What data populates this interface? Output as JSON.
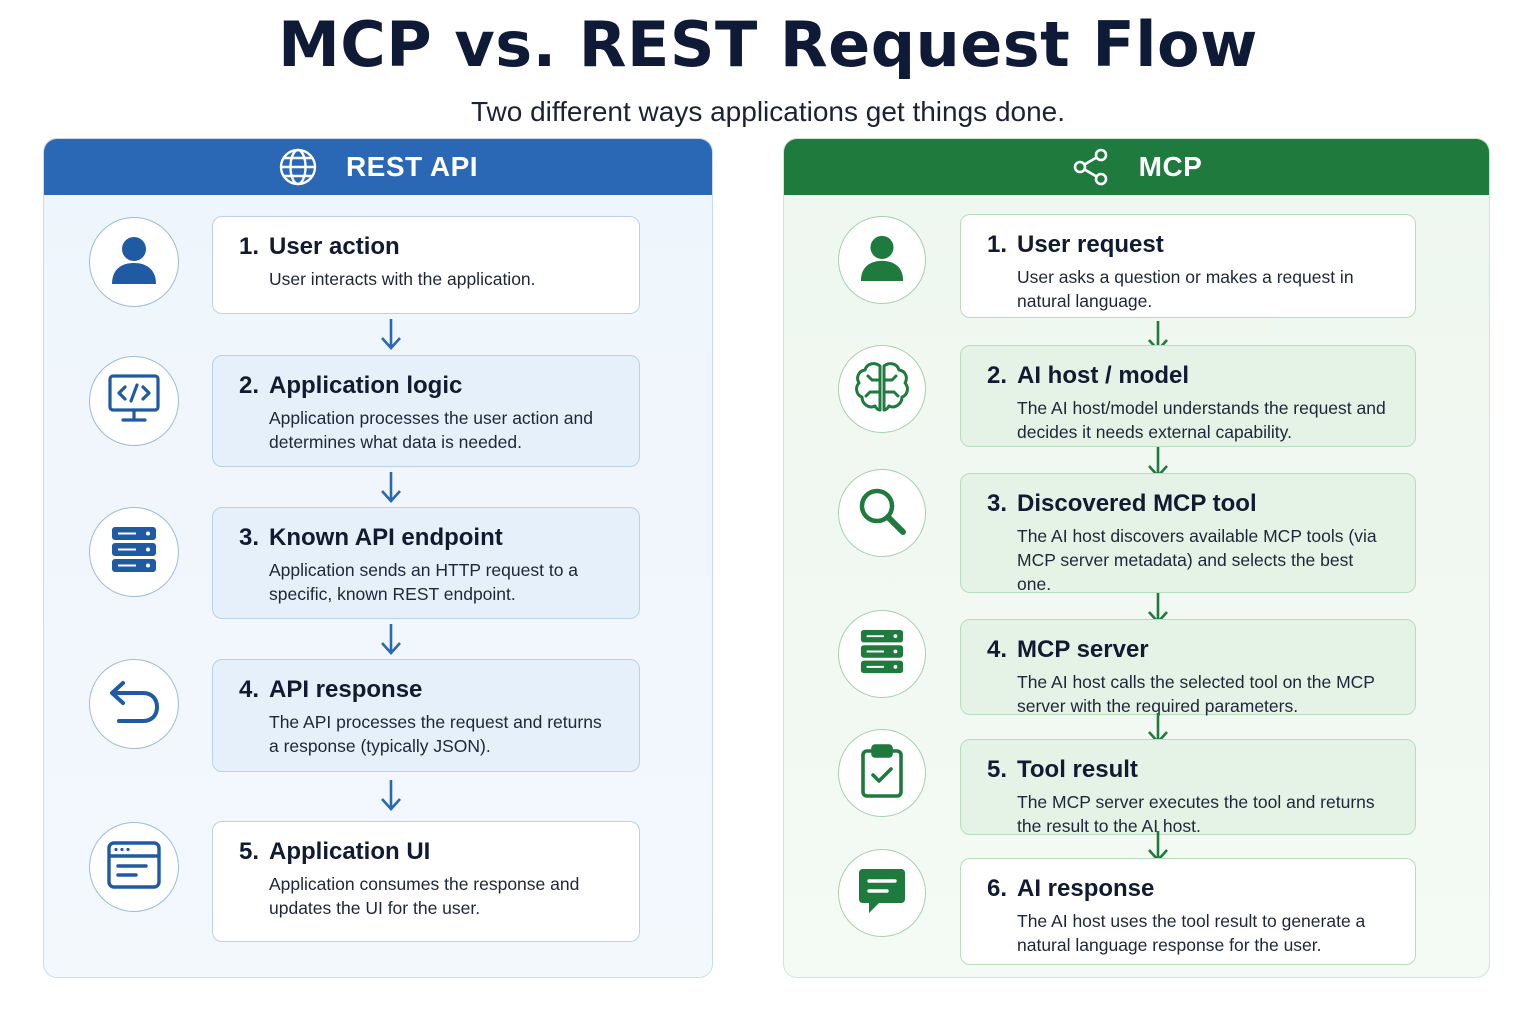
{
  "title": "MCP vs. REST Request Flow",
  "subtitle": "Two different ways applications get things done.",
  "colors": {
    "rest_accent": "#2a68b6",
    "rest_icon": "#1f5aa3",
    "mcp_accent": "#1f7a3e",
    "mcp_icon": "#1f7a3e"
  },
  "rest": {
    "header": "REST API",
    "header_icon": "globe-icon",
    "steps": [
      {
        "num": "1.",
        "title": "User action",
        "desc": "User interacts with the application.",
        "icon": "user-icon"
      },
      {
        "num": "2.",
        "title": "Application logic",
        "desc": "Application processes the user action and determines what data is needed.",
        "icon": "code-monitor-icon"
      },
      {
        "num": "3.",
        "title": "Known API endpoint",
        "desc": "Application sends an HTTP request to a specific, known REST endpoint.",
        "icon": "server-icon"
      },
      {
        "num": "4.",
        "title": "API response",
        "desc": "The API processes the request and returns a response (typically JSON).",
        "icon": "return-arrow-icon"
      },
      {
        "num": "5.",
        "title": "Application UI",
        "desc": "Application consumes the response and updates the UI for the user.",
        "icon": "browser-window-icon"
      }
    ]
  },
  "mcp": {
    "header": "MCP",
    "header_icon": "share-nodes-icon",
    "steps": [
      {
        "num": "1.",
        "title": "User request",
        "desc": "User asks a question or makes a request in natural language.",
        "icon": "user-icon"
      },
      {
        "num": "2.",
        "title": "AI host / model",
        "desc": "The AI host/model understands the request and decides it needs external capability.",
        "icon": "brain-icon"
      },
      {
        "num": "3.",
        "title": "Discovered MCP tool",
        "desc": "The AI host discovers available MCP tools (via MCP server metadata) and selects the best one.",
        "icon": "search-icon"
      },
      {
        "num": "4.",
        "title": "MCP server",
        "desc": "The AI host calls the selected tool on the MCP server with the required parameters.",
        "icon": "server-icon"
      },
      {
        "num": "5.",
        "title": "Tool result",
        "desc": "The MCP server executes the tool and returns the result to the AI host.",
        "icon": "clipboard-check-icon"
      },
      {
        "num": "6.",
        "title": "AI response",
        "desc": "The AI host uses the tool result to generate a natural language response for the user.",
        "icon": "chat-bubble-icon"
      }
    ]
  }
}
